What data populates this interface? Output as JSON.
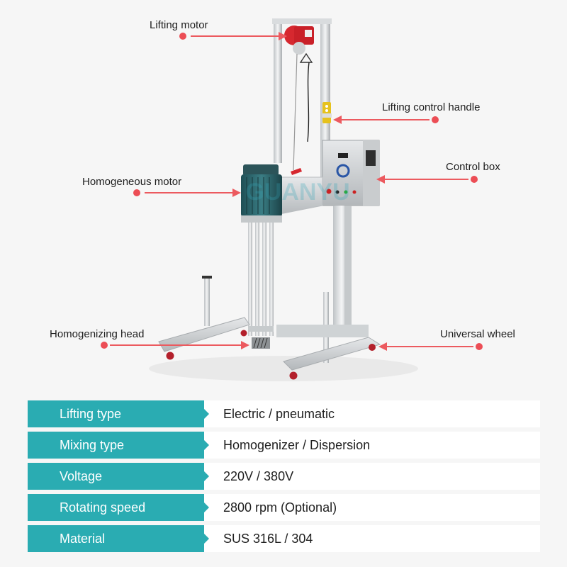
{
  "diagram": {
    "subject": "Lifting high-shear homogenizer mixer",
    "watermark": "GUANYU",
    "accent_color": "#ec5a5f",
    "callouts": [
      {
        "id": "lifting-motor",
        "label": "Lifting motor"
      },
      {
        "id": "lifting-control-handle",
        "label": "Lifting control handle"
      },
      {
        "id": "control-box",
        "label": "Control box"
      },
      {
        "id": "homogeneous-motor",
        "label": "Homogeneous motor"
      },
      {
        "id": "homogenizing-head",
        "label": "Homogenizing head"
      },
      {
        "id": "universal-wheel",
        "label": "Universal wheel"
      }
    ]
  },
  "specs": {
    "header_color": "#2aacb2",
    "rows": [
      {
        "key": "Lifting type",
        "value": "Electric / pneumatic"
      },
      {
        "key": "Mixing type",
        "value": "Homogenizer / Dispersion"
      },
      {
        "key": "Voltage",
        "value": "220V / 380V"
      },
      {
        "key": "Rotating speed",
        "value": "2800 rpm (Optional)"
      },
      {
        "key": "Material",
        "value": "SUS 316L / 304"
      }
    ]
  }
}
